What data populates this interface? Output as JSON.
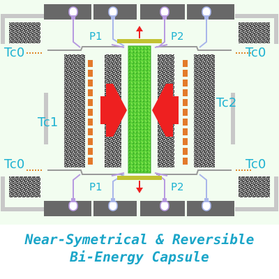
{
  "diagram": {
    "labels": {
      "p1_top": "P1",
      "p2_top": "P2",
      "p1_bottom": "P1",
      "p2_bottom": "P2",
      "tc0_top_left": "Tc0",
      "tc0_top_right": "Tc0",
      "tc0_bottom_left": "Tc0",
      "tc0_bottom_right": "Tc0",
      "tc1": "Tc1",
      "tc2": "Tc2"
    }
  },
  "caption": {
    "line1": "Near-Symetrical & Reversible",
    "line2": "Bi-Energy Capsule"
  },
  "colors": {
    "background_panel": "#f2fdf0",
    "insulation": "#555555",
    "tcbar": "#c8c8c8",
    "electrode": "#686868",
    "pipe_gray": "#9a9a9a",
    "pipe_purple": "#b79ae0",
    "pipe_blue": "#a9b6ea",
    "cell_core": "#5fd43c",
    "heater_orange": "#e37a2b",
    "arrow_red": "#ee2020",
    "valve_plate": "#c2c232",
    "label_cyan": "#21b3d2",
    "caption": "#1aa5c8"
  }
}
